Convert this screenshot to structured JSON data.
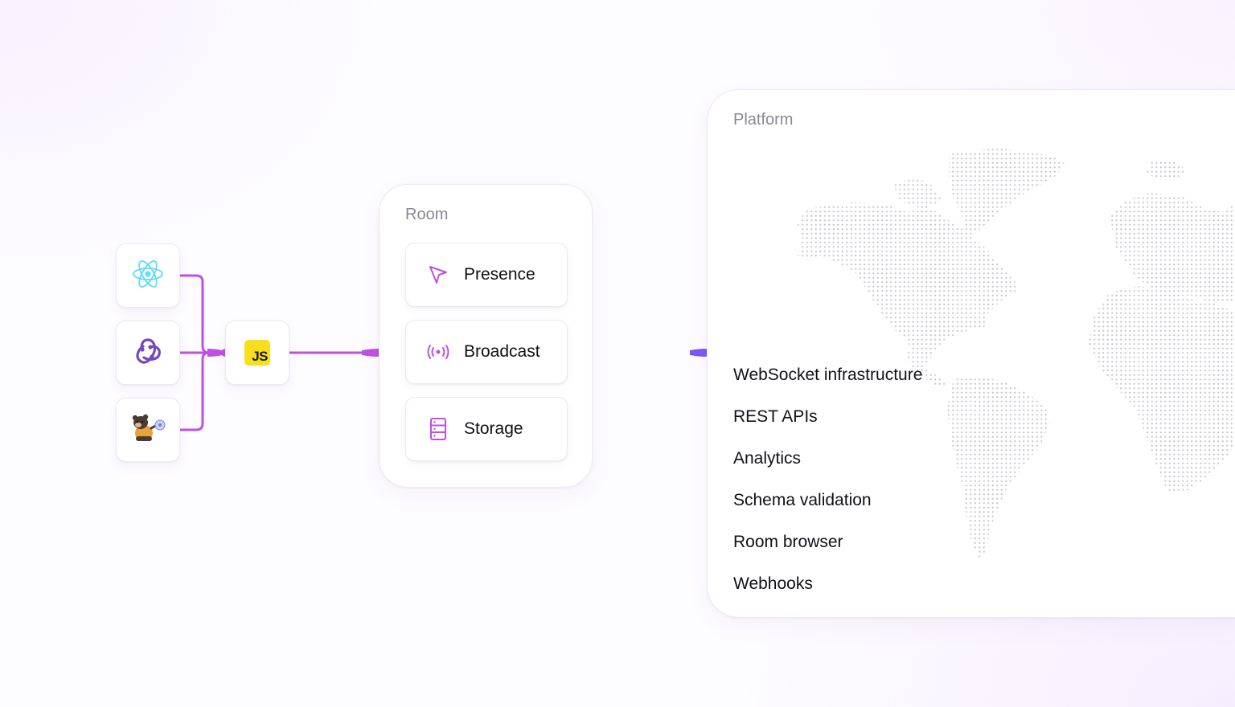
{
  "colors": {
    "accent": "#c04fe3",
    "accent_end": "#7d57f5",
    "react": "#61dafb",
    "redux": "#764abc",
    "js_bg": "#f7df1e"
  },
  "clients": [
    {
      "icon": "react-icon"
    },
    {
      "icon": "redux-icon"
    },
    {
      "icon": "zustand-icon"
    }
  ],
  "js_client": {
    "icon": "javascript-icon",
    "label": "JS"
  },
  "room": {
    "title": "Room",
    "features": [
      {
        "icon": "cursor-icon",
        "label": "Presence"
      },
      {
        "icon": "broadcast-icon",
        "label": "Broadcast"
      },
      {
        "icon": "database-icon",
        "label": "Storage"
      }
    ]
  },
  "platform": {
    "title": "Platform",
    "map_icon": "world-map-icon",
    "items": [
      "WebSocket infrastructure",
      "REST APIs",
      "Analytics",
      "Schema validation",
      "Room browser",
      "Webhooks"
    ]
  }
}
